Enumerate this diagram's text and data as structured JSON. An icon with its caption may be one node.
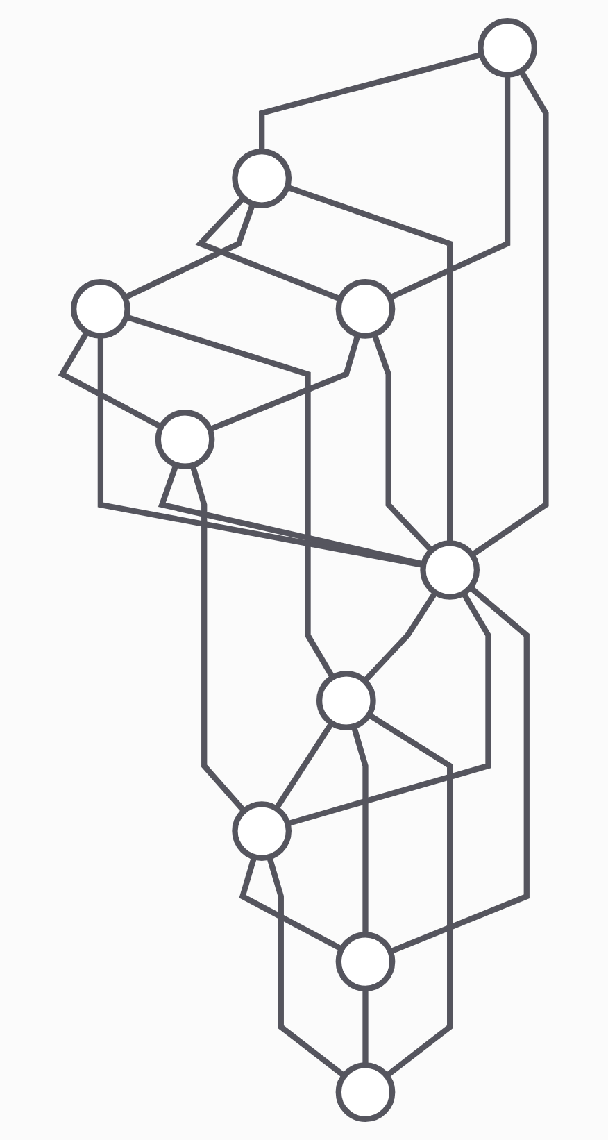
{
  "diagram": {
    "nodes": [
      {
        "text": [],
        "shape": "circle"
      },
      {
        "text": [],
        "shape": "circle"
      },
      {
        "text": [],
        "shape": "circle"
      },
      {
        "text": [],
        "shape": "circle"
      },
      {
        "text": [],
        "shape": "circle"
      },
      {
        "text": [],
        "shape": "circle"
      },
      {
        "text": [],
        "shape": "circle"
      },
      {
        "text": [],
        "shape": "circle"
      },
      {
        "text": [],
        "shape": "circle"
      },
      {
        "text": [],
        "shape": "circle"
      }
    ],
    "edges": [
      {
        "from": 0,
        "to": 1,
        "arrow": "none"
      },
      {
        "from": 0,
        "to": 2,
        "arrow": "none"
      },
      {
        "from": 0,
        "to": 5,
        "arrow": "none"
      },
      {
        "from": 1,
        "to": 2,
        "arrow": "none"
      },
      {
        "from": 1,
        "to": 3,
        "arrow": "none"
      },
      {
        "from": 1,
        "to": 5,
        "arrow": "none"
      },
      {
        "from": 2,
        "to": 4,
        "arrow": "none"
      },
      {
        "from": 2,
        "to": 5,
        "arrow": "none"
      },
      {
        "from": 3,
        "to": 4,
        "arrow": "none"
      },
      {
        "from": 3,
        "to": 5,
        "arrow": "none"
      },
      {
        "from": 3,
        "to": 6,
        "arrow": "none"
      },
      {
        "from": 4,
        "to": 5,
        "arrow": "none"
      },
      {
        "from": 4,
        "to": 7,
        "arrow": "none"
      },
      {
        "from": 5,
        "to": 6,
        "arrow": "none"
      },
      {
        "from": 5,
        "to": 7,
        "arrow": "none"
      },
      {
        "from": 5,
        "to": 8,
        "arrow": "none"
      },
      {
        "from": 6,
        "to": 7,
        "arrow": "none"
      },
      {
        "from": 6,
        "to": 8,
        "arrow": "none"
      },
      {
        "from": 6,
        "to": 9,
        "arrow": "none"
      },
      {
        "from": 7,
        "to": 8,
        "arrow": "none"
      },
      {
        "from": 7,
        "to": 9,
        "arrow": "none"
      },
      {
        "from": 8,
        "to": 9,
        "arrow": "none"
      }
    ]
  }
}
